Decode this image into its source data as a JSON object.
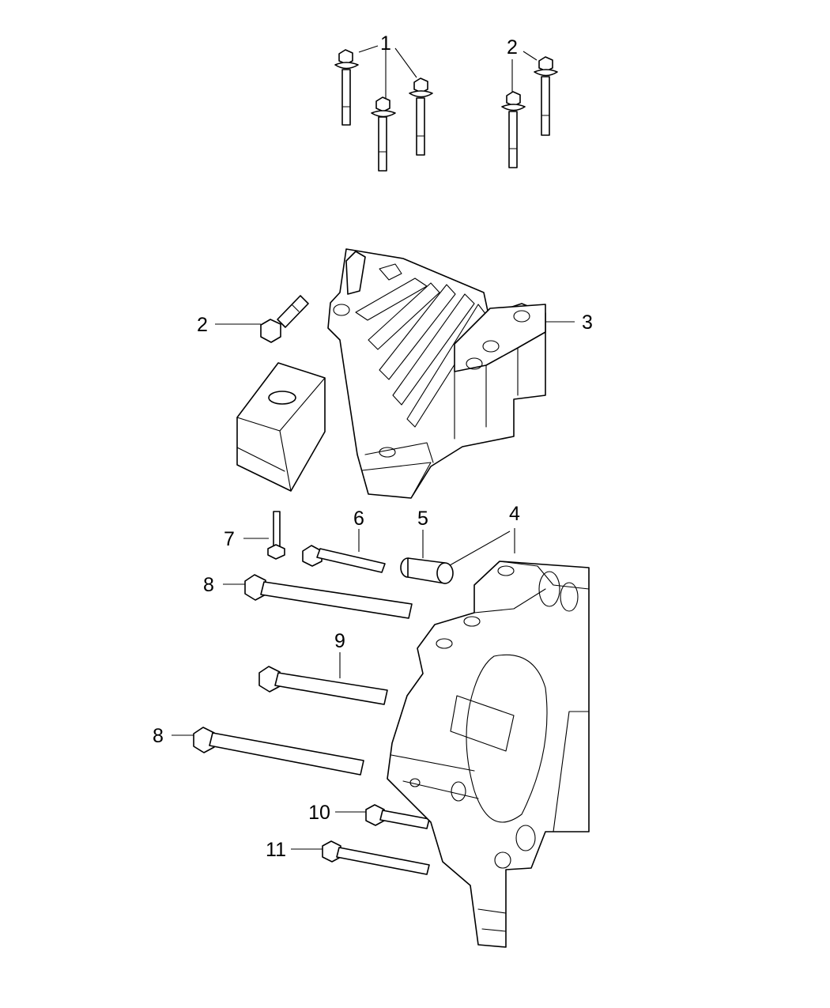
{
  "callouts": {
    "c1": "1",
    "c2_top": "2",
    "c2_left": "2",
    "c3": "3",
    "c4": "4",
    "c5": "5",
    "c6": "6",
    "c7": "7",
    "c8_upper": "8",
    "c9": "9",
    "c8_lower": "8",
    "c10": "10",
    "c11": "11"
  },
  "colors": {
    "line": "#000000",
    "background": "#ffffff"
  }
}
